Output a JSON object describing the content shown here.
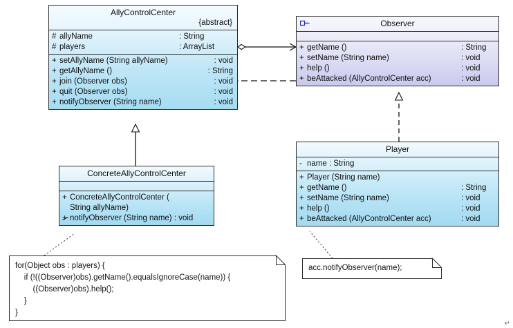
{
  "diagram": {
    "title": "Observer pattern UML class diagram",
    "colors": {
      "class_blue_light": "#eaf6fd",
      "class_blue_dark": "#a6dcf2",
      "interface_violet_light": "#efeffa",
      "interface_violet_dark": "#c9c9ee",
      "border": "#2b2b2b",
      "note_background": "#ffffff",
      "interface_icon": "#2222cc"
    },
    "trailing_mark": "↵"
  },
  "classes": {
    "ally_control_center": {
      "name": "AllyControlCenter",
      "stereotype": "{abstract}",
      "attributes": [
        {
          "vis": "#",
          "name": "allyName",
          "type": ": String"
        },
        {
          "vis": "#",
          "name": "players",
          "type": ": ArrayList"
        }
      ],
      "operations": [
        {
          "vis": "+",
          "name": "setAllyName (String allyName)",
          "type": ": void"
        },
        {
          "vis": "+",
          "name": "getAllyName ()",
          "type": ": String"
        },
        {
          "vis": "+",
          "name": "join (Observer obs)",
          "type": ": void"
        },
        {
          "vis": "+",
          "name": "quit (Observer obs)",
          "type": ": void"
        },
        {
          "vis": "+",
          "name": "notifyObserver (String name)",
          "type": ": void"
        }
      ]
    },
    "observer": {
      "name": "Observer",
      "icon": "interface-icon",
      "attributes": [],
      "operations": [
        {
          "vis": "+",
          "name": "getName ()",
          "type": ": String"
        },
        {
          "vis": "+",
          "name": "setName (String name)",
          "type": ": void"
        },
        {
          "vis": "+",
          "name": "help ()",
          "type": ": void"
        },
        {
          "vis": "+",
          "name": "beAttacked (AllyControlCenter acc)",
          "type": ": void"
        }
      ]
    },
    "concrete_ally_control_center": {
      "name": "ConcreteAllyControlCenter",
      "attributes": [],
      "operations": [
        {
          "vis": "+",
          "name": "ConcreteAllyControlCenter (\nString allyName)",
          "type": ""
        },
        {
          "vis": "+",
          "overridden": true,
          "name": "notifyObserver (String name) : void",
          "type": ""
        }
      ]
    },
    "player": {
      "name": "Player",
      "attributes": [
        {
          "vis": "-",
          "name": "name : String",
          "type": ""
        }
      ],
      "operations": [
        {
          "vis": "+",
          "name": "Player (String name)",
          "type": ""
        },
        {
          "vis": "+",
          "name": "getName ()",
          "type": ": String"
        },
        {
          "vis": "+",
          "name": "setName (String name)",
          "type": ": void"
        },
        {
          "vis": "+",
          "name": "help ()",
          "type": ": void"
        },
        {
          "vis": "+",
          "name": "beAttacked (AllyControlCenter acc)",
          "type": ": void"
        }
      ]
    }
  },
  "notes": {
    "notify_observer_body": {
      "text": "for(Object obs : players) {\n    if (!((Observer)obs).getName().equalsIgnoreCase(name)) {\n        ((Observer)obs).help();\n    }\n}"
    },
    "be_attacked_body": {
      "text": "acc.notifyObserver(name);"
    }
  },
  "relations": [
    {
      "name": "aggregation-allycontrolcenter-observer",
      "type": "aggregation",
      "from": "AllyControlCenter",
      "to": "Observer"
    },
    {
      "name": "dependency-observer-allycontrolcenter",
      "type": "dependency",
      "from": "Observer",
      "to": "AllyControlCenter"
    },
    {
      "name": "generalization-concrete-to-abstract",
      "type": "generalization",
      "from": "ConcreteAllyControlCenter",
      "to": "AllyControlCenter"
    },
    {
      "name": "realization-player-observer",
      "type": "realization",
      "from": "Player",
      "to": "Observer"
    },
    {
      "name": "note-anchor-notifyobserver",
      "type": "note-link",
      "from": "notifyObserver note",
      "to": "ConcreteAllyControlCenter"
    },
    {
      "name": "note-anchor-beattacked",
      "type": "note-link",
      "from": "beAttacked note",
      "to": "Player"
    }
  ]
}
